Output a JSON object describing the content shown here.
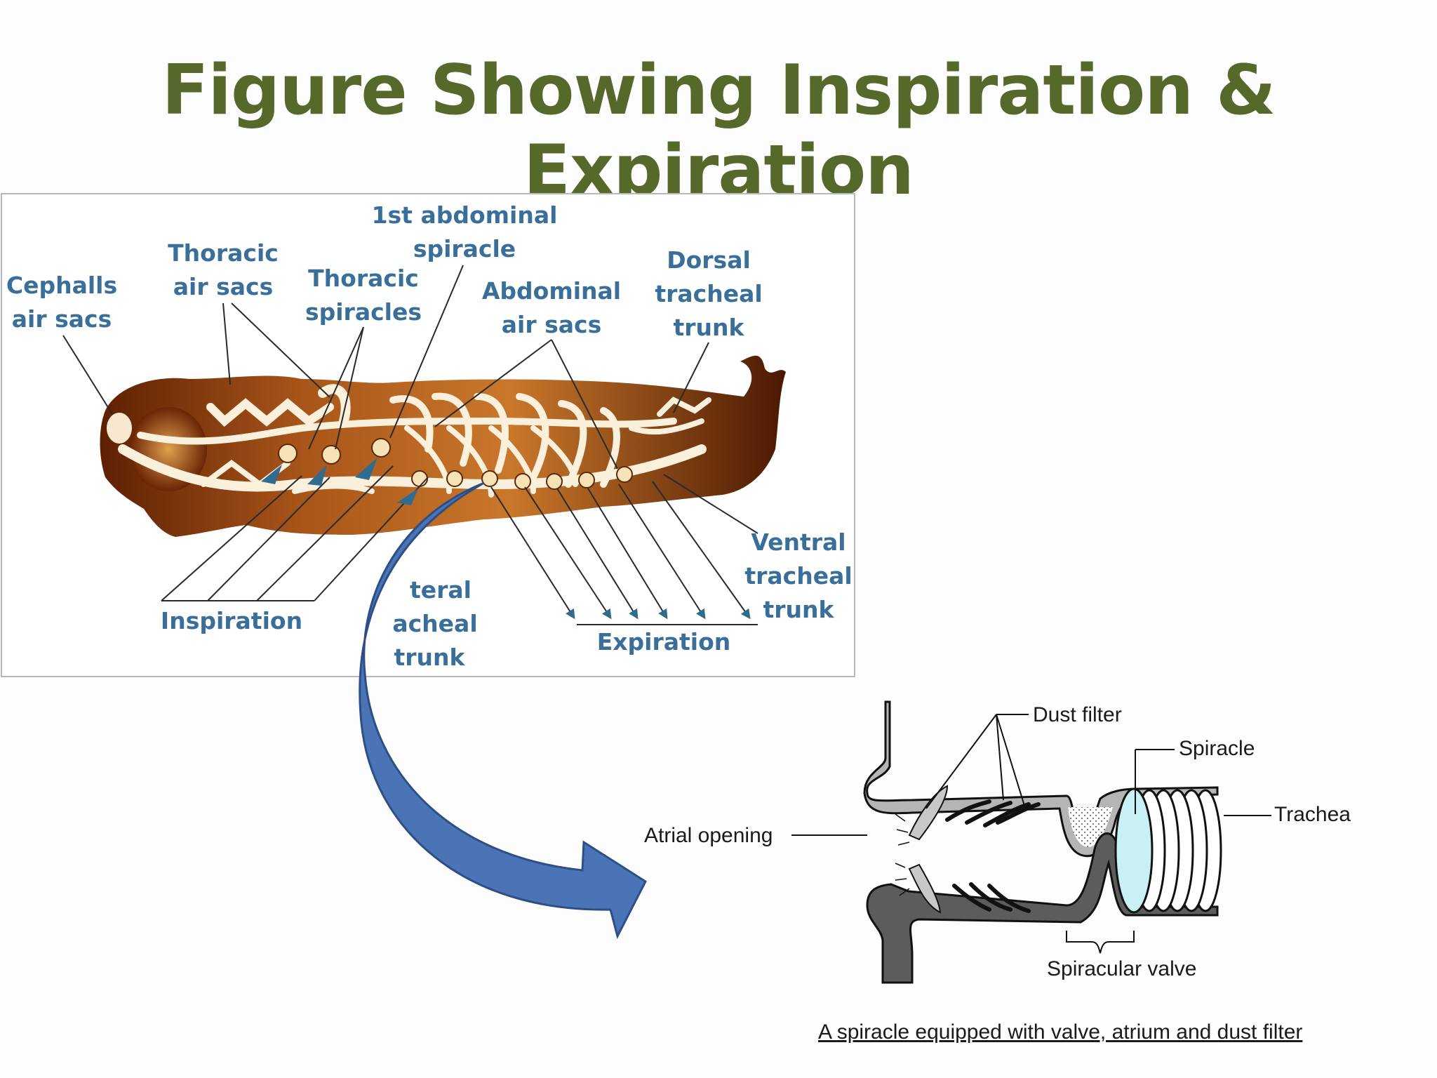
{
  "title": "Figure Showing Inspiration & Expiration",
  "colors": {
    "title": "#56692b",
    "label": "#3a6f9a",
    "arrow_fill": "#4a74b5",
    "arrow_stroke": "#2e4f86",
    "body_dark": "#7a2e05",
    "body_light": "#c9782b",
    "spiracle_fill": "#c8f0f5"
  },
  "insect_diagram": {
    "labels": {
      "cephalic_air_sacs": [
        "Cephalls",
        "air sacs"
      ],
      "thoracic_air_sacs": [
        "Thoracic",
        "air sacs"
      ],
      "thoracic_spiracles": [
        "Thoracic",
        "spiracles"
      ],
      "first_abdominal_spiracle": [
        "1st abdominal",
        "spiracle"
      ],
      "abdominal_air_sacs": [
        "Abdominal",
        "air sacs"
      ],
      "dorsal_tracheal_trunk": [
        "Dorsal",
        "tracheal",
        "trunk"
      ],
      "ventral_tracheal_trunk": [
        "Ventral",
        "tracheal",
        "trunk"
      ],
      "lateral_tracheal_trunk": [
        "teral",
        "acheal",
        "trunk"
      ],
      "inspiration": "Inspiration",
      "expiration": "Expiration"
    }
  },
  "spiracle_diagram": {
    "labels": {
      "dust_filter": "Dust filter",
      "spiracle": "Spiracle",
      "trachea": "Trachea",
      "atrial_opening": "Atrial opening",
      "spiracular_valve": "Spiracular valve"
    },
    "caption": "A spiracle equipped with valve, atrium and dust filter"
  }
}
